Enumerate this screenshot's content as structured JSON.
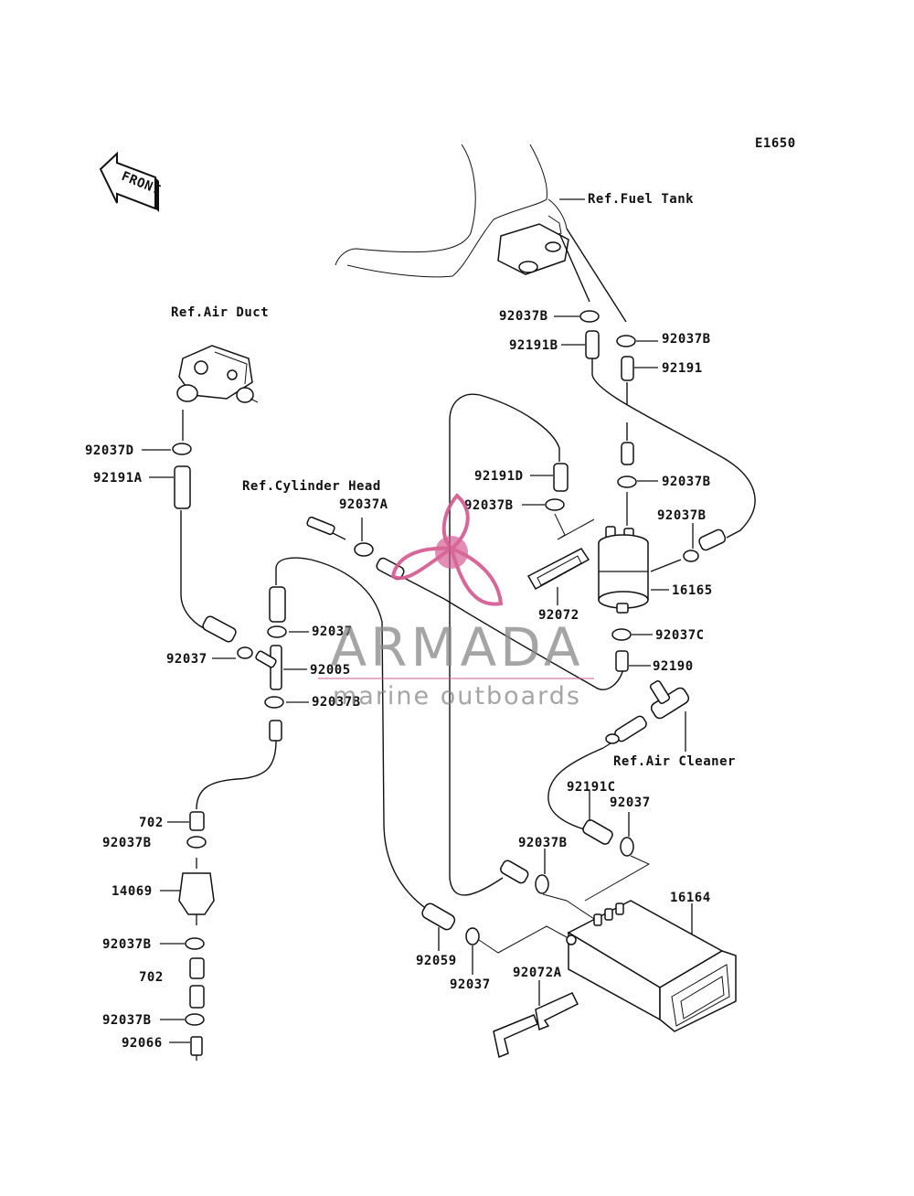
{
  "diagram_code": "E1650",
  "front_arrow_text": "FRONT",
  "references": {
    "fuel_tank": "Ref.Fuel Tank",
    "air_duct": "Ref.Air Duct",
    "cylinder_head": "Ref.Cylinder Head",
    "air_cleaner": "Ref.Air Cleaner"
  },
  "parts": {
    "p92037B_top_left": "92037B",
    "p92191B": "92191B",
    "p92037B_top_right": "92037B",
    "p92191": "92191",
    "p92037D": "92037D",
    "p92191A": "92191A",
    "p92037A": "92037A",
    "p92191D": "92191D",
    "p92037B_mid": "92037B",
    "p92037B_right1": "92037B",
    "p92037B_right2": "92037B",
    "p16165": "16165",
    "p92072": "92072",
    "p92037_mid": "92037",
    "p92037_left": "92037",
    "p92005": "92005",
    "p92037B_left": "92037B",
    "p92037C": "92037C",
    "p92190": "92190",
    "p702_top": "702",
    "p92037B_filter_top": "92037B",
    "p14069": "14069",
    "p92037B_filter_bottom": "92037B",
    "p702_bottom": "702",
    "p92037B_bottom": "92037B",
    "p92066": "92066",
    "p92191C": "92191C",
    "p92037_canister": "92037",
    "p92037B_canister": "92037B",
    "p16164": "16164",
    "p92059": "92059",
    "p92037_bottom": "92037",
    "p92072A": "92072A"
  },
  "watermark": {
    "brand": "ARMADA",
    "tagline": "marine outboards",
    "color_gray": "#8a8a8a",
    "color_pink": "#d4578f"
  }
}
